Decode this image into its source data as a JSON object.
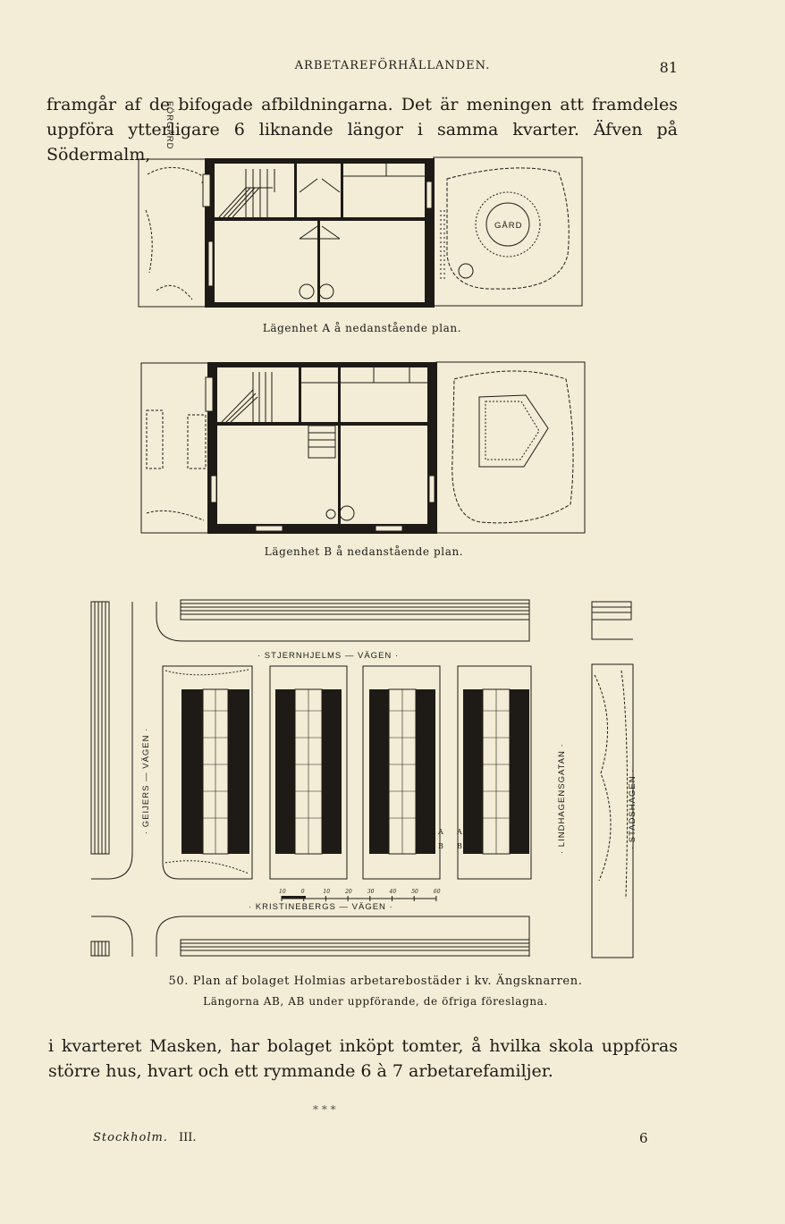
{
  "header": {
    "running_title": "ARBETAREFÖRHÅLLANDEN.",
    "page_number": "81"
  },
  "intro_paragraph": [
    "framgår af de bifogade afbildningarna. Det är meningen att framdeles",
    "uppföra ytterligare 6 liknande längor i samma kvarter. Äfven på Södermalm,"
  ],
  "plan_a": {
    "caption": "Lägenhet A å nedanstående plan.",
    "labels": {
      "forecourt": "FÖRGÅRD",
      "yard": "GÅRD"
    }
  },
  "plan_b": {
    "caption": "Lägenhet B å nedanstående plan."
  },
  "site_plan": {
    "street_labels": {
      "top": "· STJERNHJELMS — VÄGEN ·",
      "bottom": "· KRISTINEBERGS — VÄGEN ·",
      "left": "· GEIJERS — VÄGEN ·",
      "right_inner": "· LINDHAGENSGATAN ·",
      "right_outer": "· STADSHAGEN ·"
    },
    "row_markers": {
      "a1": "A",
      "a2": "A",
      "b1": "B",
      "b2": "B"
    },
    "scale_numbers": [
      "10",
      "0",
      "10",
      "20",
      "30",
      "40",
      "50",
      "60"
    ],
    "caption_line1": "50. Plan af bolaget Holmias arbetarebostäder i kv. Ängsknarren.",
    "caption_line2": "Längorna AB, AB under uppförande, de öfriga föreslagna."
  },
  "closing_paragraph": [
    "i kvarteret Masken, har bolaget inköpt tomter, å hvilka skola uppföras",
    "större hus, hvart och ett rymmande 6 à 7 arbetarefamiljer."
  ],
  "section_break": "* * *",
  "footer": {
    "place": "Stockholm.",
    "volume": "III.",
    "sheet": "6"
  }
}
